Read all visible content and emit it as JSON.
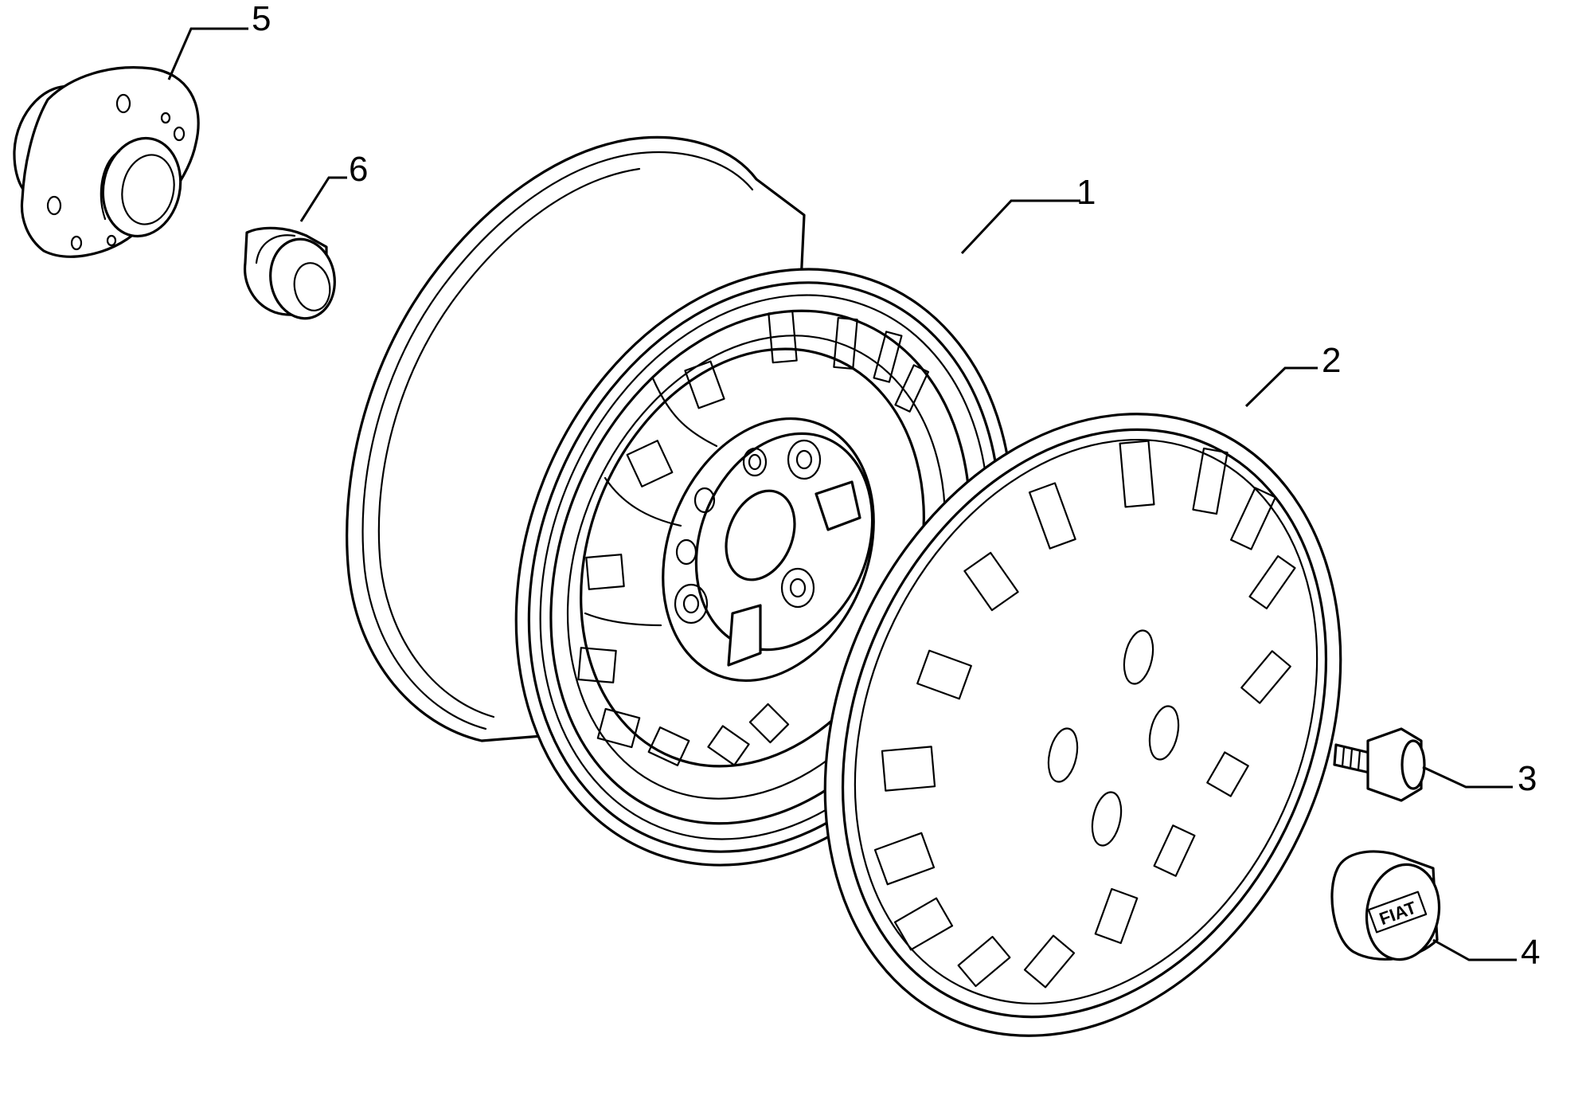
{
  "callouts": [
    {
      "id": "1",
      "part": "wheel rim"
    },
    {
      "id": "2",
      "part": "hub cap / wheel cover"
    },
    {
      "id": "3",
      "part": "wheel bolt"
    },
    {
      "id": "4",
      "part": "center cap"
    },
    {
      "id": "5",
      "part": "wheel hub"
    },
    {
      "id": "6",
      "part": "grease cap"
    }
  ],
  "emblem_text": "FIAT",
  "colors": {
    "line": "#000000",
    "background": "#ffffff"
  }
}
